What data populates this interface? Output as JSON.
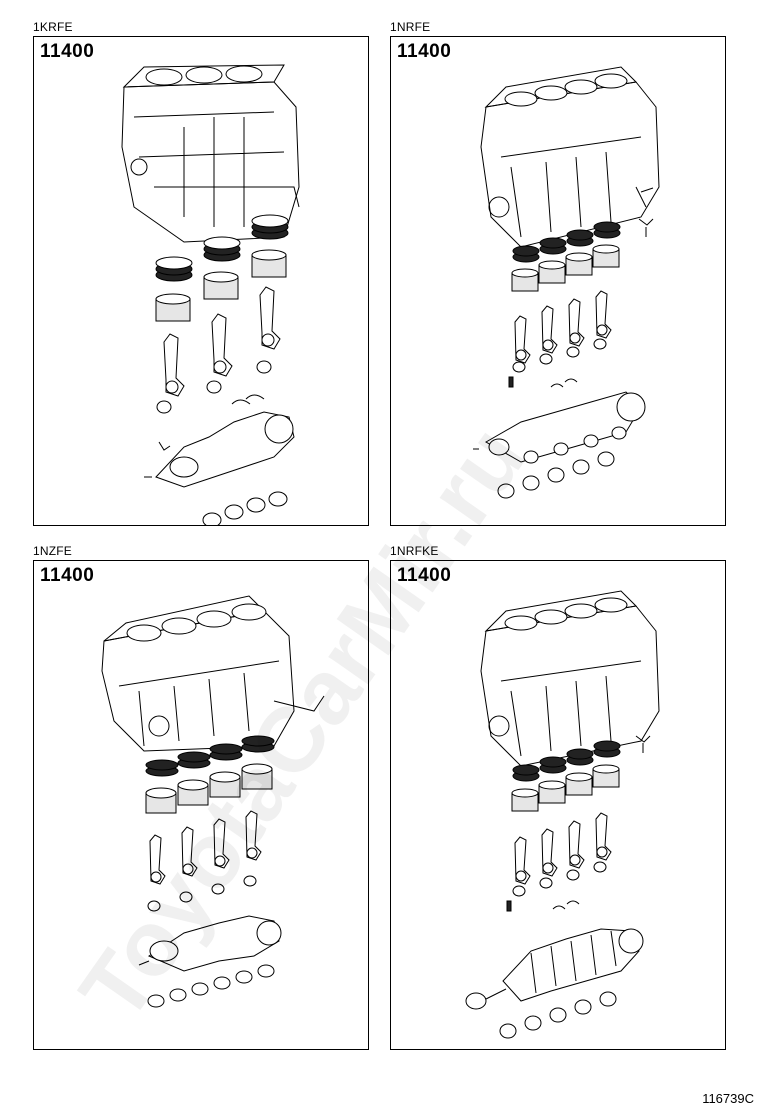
{
  "panels": [
    {
      "engine_code": "1KRFE",
      "part_number": "11400"
    },
    {
      "engine_code": "1NRFE",
      "part_number": "11400"
    },
    {
      "engine_code": "1NZFE",
      "part_number": "11400"
    },
    {
      "engine_code": "1NRFKE",
      "part_number": "11400"
    }
  ],
  "figure_number": "116739C",
  "watermark": "ToyotaCarMir.ru",
  "illustrations": [
    "engine-block",
    "piston-rings",
    "piston",
    "connecting-rod",
    "bearing-shell",
    "thrust-washer",
    "crankshaft",
    "bolt"
  ]
}
